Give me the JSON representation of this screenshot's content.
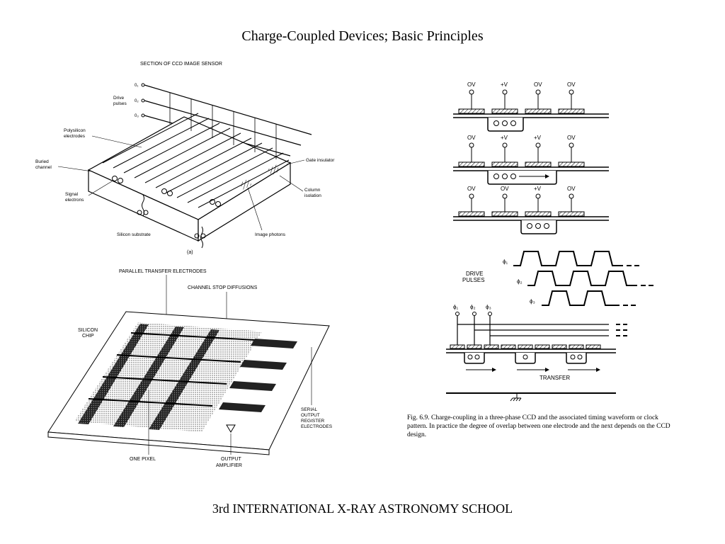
{
  "title": "Charge-Coupled Devices; Basic Principles",
  "footer": "3rd INTERNATIONAL X-RAY ASTRONOMY SCHOOL",
  "panel_a": {
    "heading": "SECTION OF CCD IMAGE SENSOR",
    "phi1": "0₁",
    "phi2": "0₂",
    "phi3": "0₃",
    "drive_pulses_1": "Drive",
    "drive_pulses_2": "pulses",
    "poly_1": "Polysilicon",
    "poly_2": "electrodes",
    "buried_1": "Buried",
    "buried_2": "channel",
    "signal_1": "Signal",
    "signal_2": "electrons",
    "gate": "Gate insulator",
    "column_1": "Column",
    "column_2": "isolation",
    "substrate": "Silicon substrate",
    "photons": "Image photons",
    "label": "(a)"
  },
  "panel_b": {
    "parallel": "PARALLEL TRANSFER ELECTRODES",
    "channel_stop": "CHANNEL STOP DIFFUSIONS",
    "chip_1": "SILICON",
    "chip_2": "CHIP",
    "serial_1": "SERIAL",
    "serial_2": "OUTPUT",
    "serial_3": "REGISTER",
    "serial_4": "ELECTRODES",
    "pixel": "ONE PIXEL",
    "amp_1": "OUTPUT",
    "amp_2": "AMPLIFIER"
  },
  "panel_c": {
    "row1": [
      "OV",
      "+V",
      "OV",
      "OV"
    ],
    "row2": [
      "OV",
      "+V",
      "+V",
      "OV"
    ],
    "row3": [
      "OV",
      "OV",
      "+V",
      "OV"
    ]
  },
  "panel_d": {
    "drive_1": "DRIVE",
    "drive_2": "PULSES",
    "phi1": "ϕ₁",
    "phi2": "ϕ₂",
    "phi3": "ϕ₃",
    "transfer": "TRANSFER"
  },
  "caption": "Fig. 6.9. Charge-coupling in a three-phase CCD and the associated timing waveform or clock pattern. In practice the degree of overlap between one electrode and the next depends on the CCD design."
}
